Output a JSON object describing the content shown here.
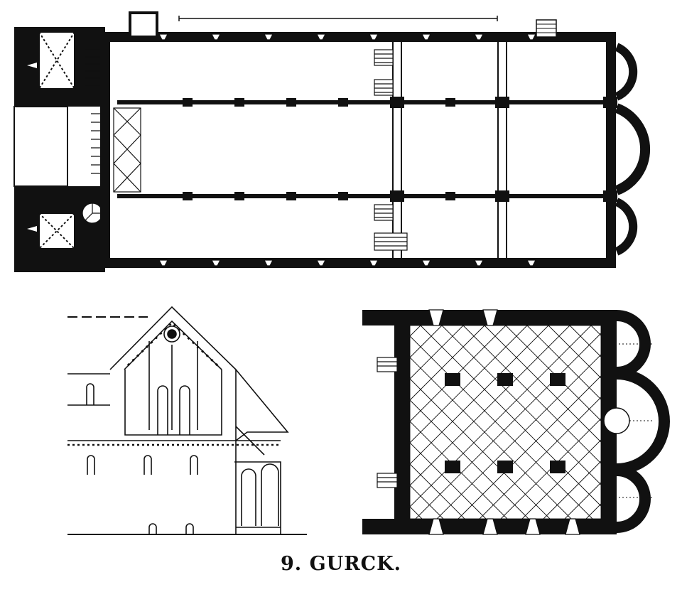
{
  "caption": "9. GURCK.",
  "colors": {
    "ink": "#111111",
    "paper": "#ffffff"
  },
  "figures": [
    {
      "id": "ground-plan"
    },
    {
      "id": "west-elevation"
    },
    {
      "id": "crypt-plan"
    }
  ]
}
